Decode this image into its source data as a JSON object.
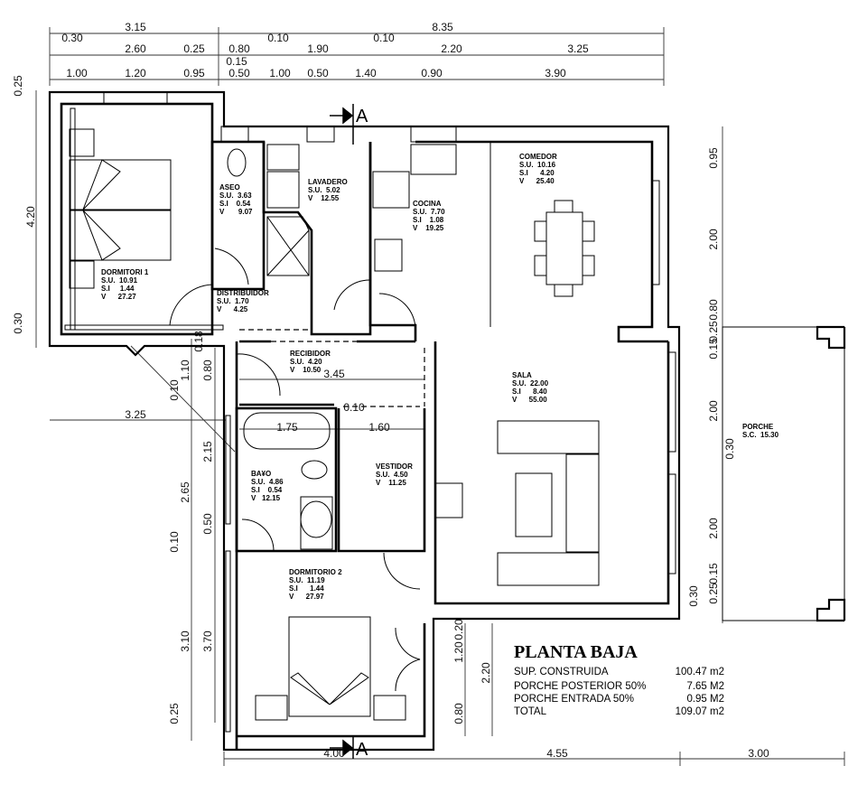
{
  "title": "PLANTA BAJA",
  "summary": [
    {
      "label": "SUP. CONSTRUIDA",
      "value": "100.47 m2"
    },
    {
      "label": "PORCHE POSTERIOR 50%",
      "value": "7.65 M2"
    },
    {
      "label": "PORCHE ENTRADA 50%",
      "value": "0.95 M2"
    },
    {
      "label": "TOTAL",
      "value": "109.07 m2"
    }
  ],
  "section_marker": "A",
  "rooms": [
    {
      "id": "dormitori-1",
      "lines": [
        "DORMITORI 1",
        "S.U.  10.91",
        "S.I     1.44",
        "V      27.27"
      ]
    },
    {
      "id": "aseo",
      "lines": [
        "ASEO",
        "S.U.  3.63",
        "S.I    0.54",
        "V       9.07"
      ]
    },
    {
      "id": "lavadero",
      "lines": [
        "LAVADERO",
        "S.U.  5.02",
        "V    12.55"
      ]
    },
    {
      "id": "cocina",
      "lines": [
        "COCINA",
        "S.U.  7.70",
        "S.I    1.08",
        "V    19.25"
      ]
    },
    {
      "id": "comedor",
      "lines": [
        "COMEDOR",
        "S.U.  10.16",
        "S.I      4.20",
        "V      25.40"
      ]
    },
    {
      "id": "distribuidor",
      "lines": [
        "DISTRIBUIDOR",
        "S.U.  1.70",
        "V      4.25"
      ]
    },
    {
      "id": "recibidor",
      "lines": [
        "RECIBIDOR",
        "S.U.  4.20",
        "V    10.50"
      ]
    },
    {
      "id": "sala",
      "lines": [
        "SALA",
        "S.U.  22.00",
        "S.I      8.40",
        "V      55.00"
      ]
    },
    {
      "id": "bano",
      "lines": [
        "BA¥O",
        "S.U.  4.86",
        "S.I    0.54",
        "V   12.15"
      ]
    },
    {
      "id": "vestidor",
      "lines": [
        "VESTIDOR",
        "S.U.  4.50",
        "V    11.25"
      ]
    },
    {
      "id": "dormitorio-2",
      "lines": [
        "DORMITORIO 2",
        "S.U.  11.19",
        "S.I      1.44",
        "V      27.97"
      ]
    },
    {
      "id": "porche",
      "lines": [
        "PORCHE",
        "S.C.  15.30"
      ]
    }
  ],
  "dimensions": [
    "3.15",
    "8.35",
    "0.30",
    "2.60",
    "0.25",
    "0.80",
    "0.10",
    "1.90",
    "0.10",
    "2.20",
    "3.25",
    "1.00",
    "1.20",
    "0.95",
    "0.15",
    "0.50",
    "1.00",
    "0.50",
    "1.40",
    "0.90",
    "3.90",
    "0.25",
    "4.20",
    "0.30",
    "3.25",
    "0.18",
    "1.10",
    "0.80",
    "0.10",
    "2.15",
    "2.65",
    "0.50",
    "0.10",
    "3.10",
    "3.70",
    "0.25",
    "3.45",
    "0.10",
    "1.75",
    "1.60",
    "0.95",
    "2.00",
    "0.80",
    "0.25",
    "0.15",
    "2.00",
    "0.30",
    "2.00",
    "0.15",
    "0.25",
    "0.30",
    "0.20",
    "1.20",
    "2.20",
    "0.80",
    "4.00",
    "4.55",
    "3.00"
  ]
}
